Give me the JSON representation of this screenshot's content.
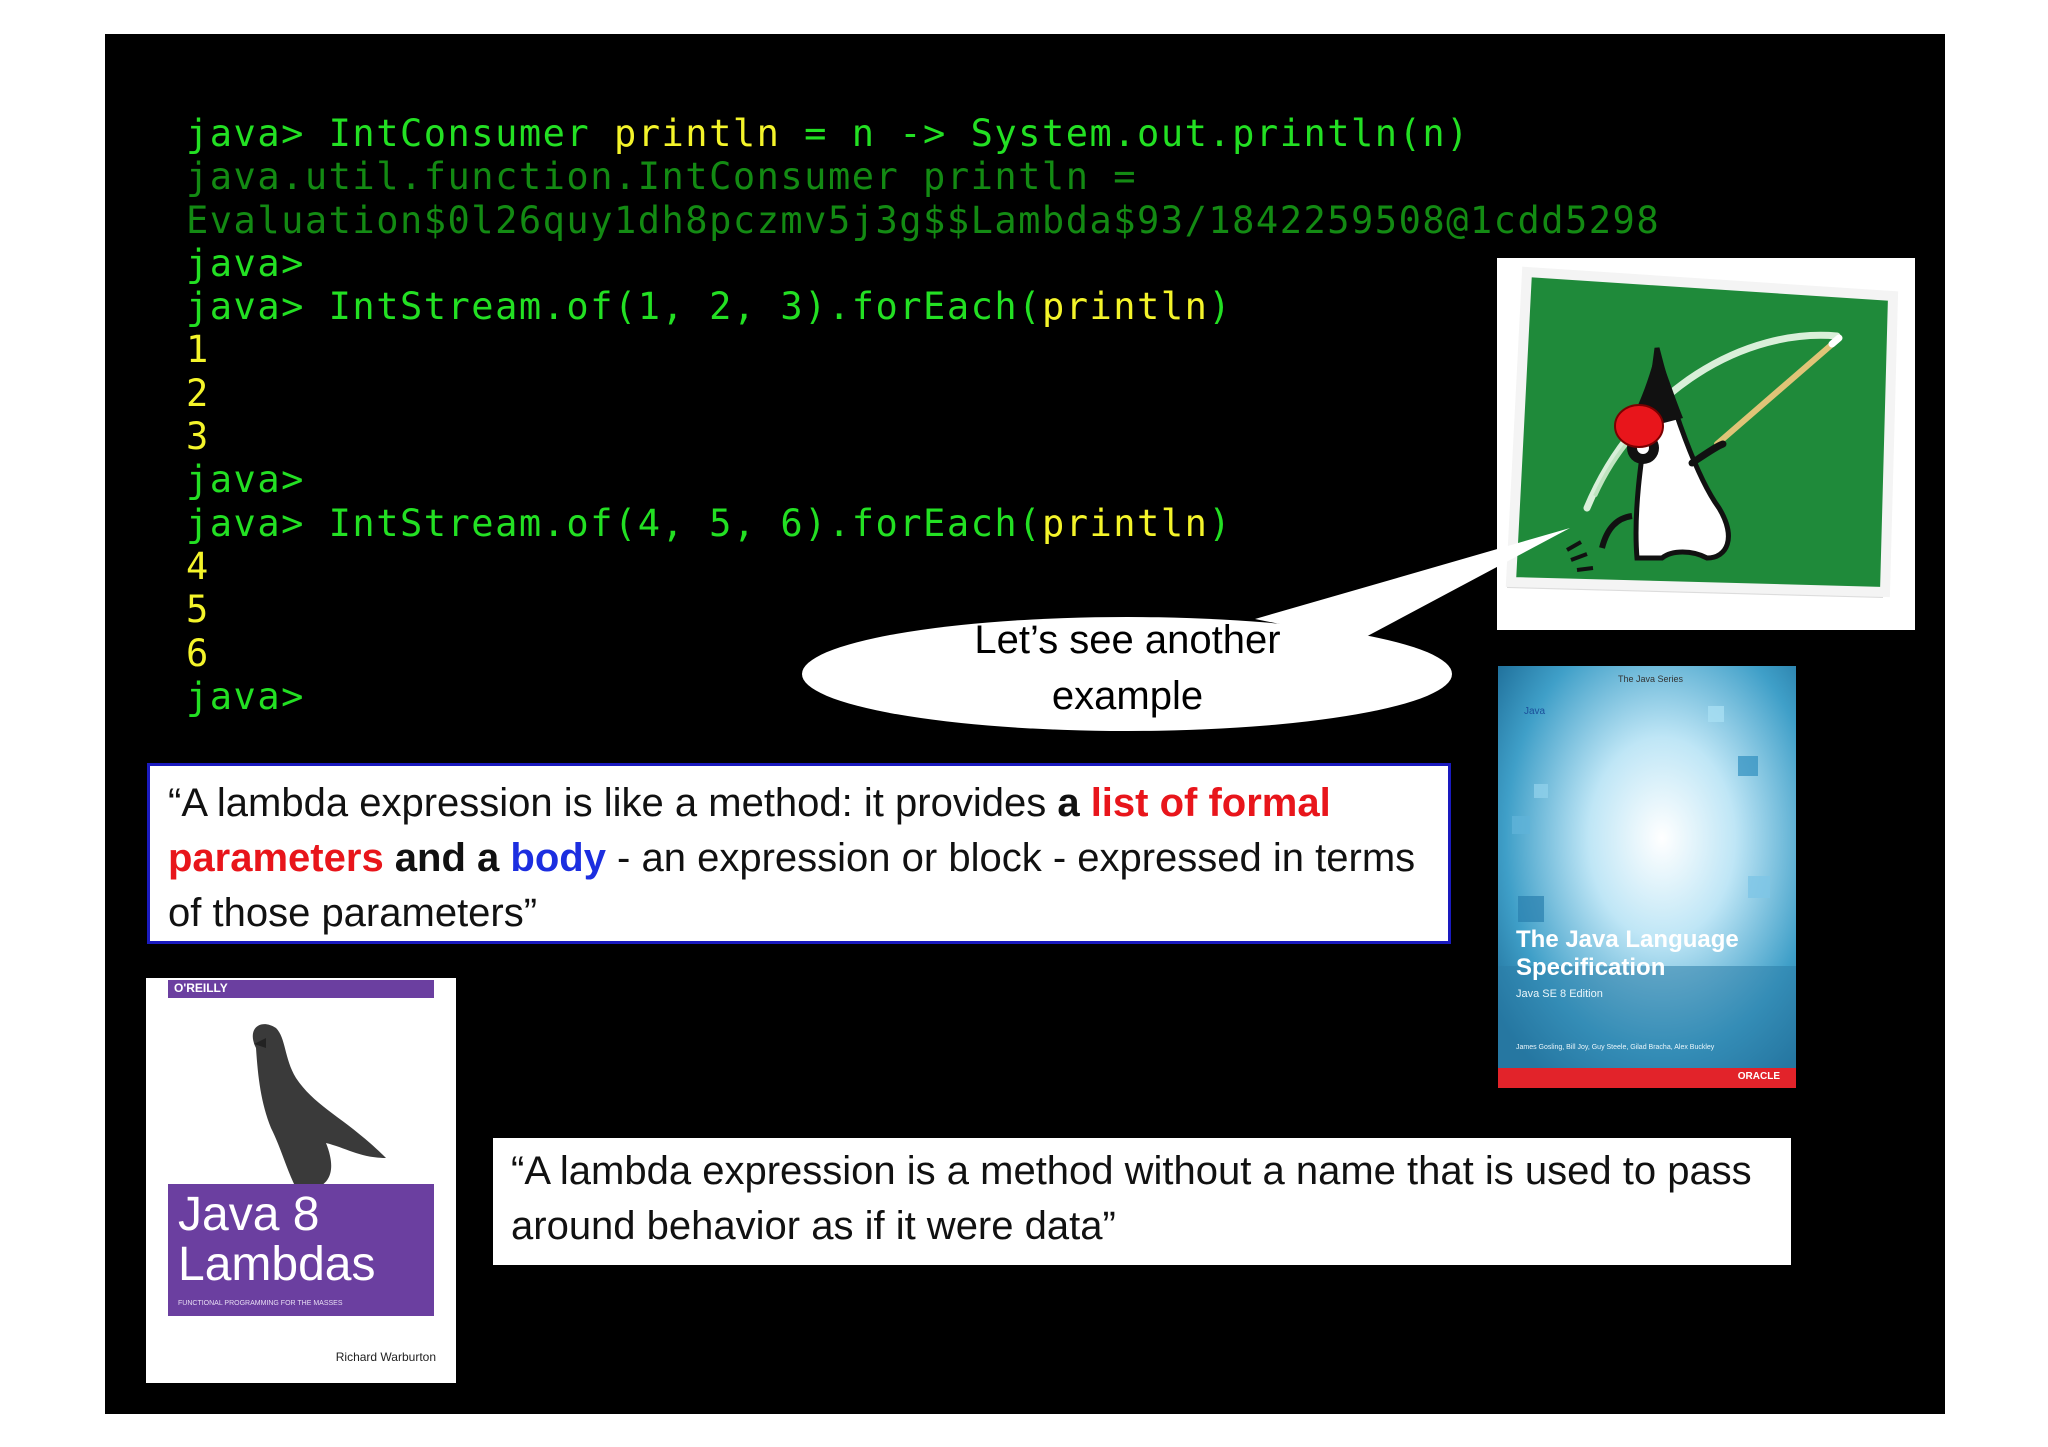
{
  "terminal": {
    "lines": [
      {
        "prompt": "java> ",
        "code": "IntConsumer ",
        "kw": "println",
        "rest": " = n -> System.out.println(n)"
      },
      {
        "info": "java.util.function.IntConsumer println ="
      },
      {
        "info": "Evaluation$0l26quy1dh8pczmv5j3g$$Lambda$93/1842259508@1cdd5298"
      },
      {
        "prompt": "java>"
      },
      {
        "prompt": "java> ",
        "code": "IntStream.of(1, 2, 3).forEach(",
        "kw": "println",
        "rest": ")"
      },
      {
        "out": "1"
      },
      {
        "out": "2"
      },
      {
        "out": "3"
      },
      {
        "prompt": "java>"
      },
      {
        "prompt": "java> ",
        "code": "IntStream.of(4, 5, 6).forEach(",
        "kw": "println",
        "rest": ")"
      },
      {
        "out": "4"
      },
      {
        "out": "5"
      },
      {
        "out": "6"
      },
      {
        "prompt": "java>"
      }
    ]
  },
  "speech_bubble": {
    "line1": "Let’s see another",
    "line2": "example"
  },
  "quote1": {
    "p1": "“A lambda expression is like a method: it provides ",
    "b1": "a ",
    "r1": "list of formal parameters",
    "b2": " and a ",
    "bl1": "body",
    "p2": " - an expression or block - expressed in terms of those parameters”"
  },
  "quote2": {
    "text": "“A lambda expression is a method without a name that is used to pass around behavior as if it were data”"
  },
  "jls_book": {
    "publisher_mark": "Java",
    "edition_banner": "The Java Series",
    "title_line1": "The Java Language",
    "title_line2": "Specification",
    "subtitle": "Java SE 8 Edition",
    "authors": "James Gosling, Bill Joy, Guy Steele, Gilad Bracha, Alex Buckley",
    "brand": "ORACLE",
    "accent": "#e2232a"
  },
  "oreilly_book": {
    "publisher": "O'REILLY",
    "title_line1": "Java 8",
    "title_line2": "Lambdas",
    "tagline": "FUNCTIONAL PROGRAMMING FOR THE MASSES",
    "author": "Richard Warburton",
    "accent": "#6b3fa0"
  },
  "duke_picture": {
    "icon": "duke-teaching-icon",
    "board_color": "#1f8a3a"
  },
  "colors": {
    "terminal_green": "#23e023",
    "terminal_yellow": "#f4f42a",
    "terminal_dim": "#138a13",
    "highlight_red": "#e8151b",
    "highlight_blue": "#1c2ee0",
    "quote_border": "#1a1abf"
  }
}
